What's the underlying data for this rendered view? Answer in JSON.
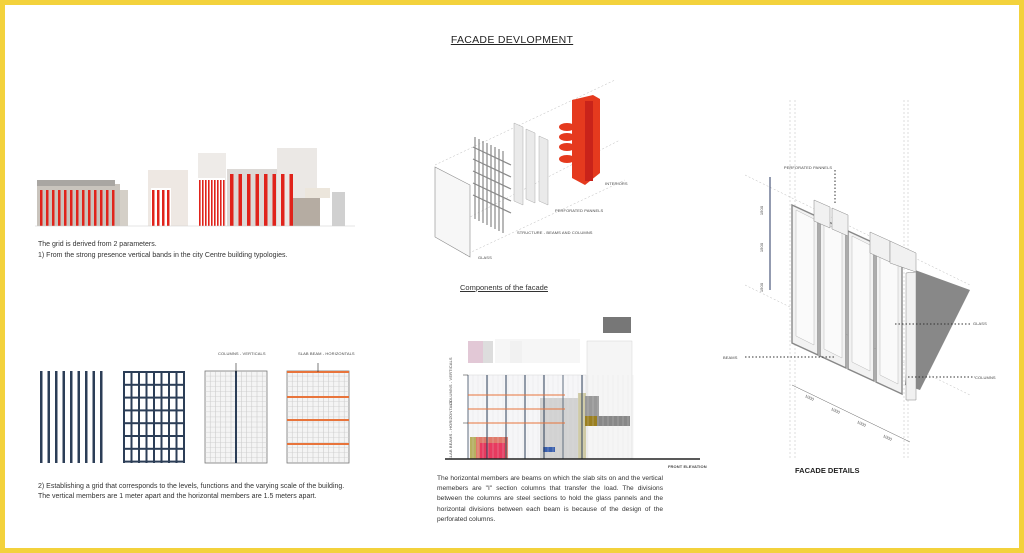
{
  "title": "FACADE DEVLOPMENT",
  "left": {
    "intro_line1": "The grid is derived from 2 parameters.",
    "intro_line2": "1) From the strong presence vertical bands in the city Centre building typologies.",
    "grid_labels": {
      "columns": "COLUMNS - VERTICALS",
      "beams": "SLAB BEAM - HORIZONTALS"
    },
    "point2_line1": "2) Establishing a grid that corresponds to the levels, functions and the varying scale of the building.",
    "point2_line2": "The vertical members are 1 meter apart and the horizontal members are 1.5 meters apart."
  },
  "center": {
    "labels": {
      "interiors": "INTERIORS",
      "perforated": "PERFORATED PANNELS",
      "structure": "STRUCTURE - BEAMS AND COLUMNS",
      "glass": "GLASS"
    },
    "components_title": "Components of the facade",
    "elevation_labels": {
      "columns": "COLUMNS - VERTICALS",
      "beams": "SLAB BEAMS - HORIZONTALS",
      "front": "FRONT ELEVATION"
    },
    "paragraph": "The horizontal members are beams on which the slab sits on and the vertical memebers are \"I\" section columns that transfer the load. The divisions between the columns are steel sections to hold the glass pannels and the horizontal divisions between each beam is because of the design of the perforated columns."
  },
  "right": {
    "labels": {
      "perforated": "PERFORATED PANNELS",
      "glass": "GLASS",
      "beams": "BEAMS",
      "columns": "COLUMNS"
    },
    "heights": [
      "1500",
      "1500",
      "1500"
    ],
    "widths": [
      "1000",
      "1000",
      "1000",
      "1000"
    ],
    "title": "FACADE DETAILS"
  },
  "colors": {
    "border": "#f3d23c",
    "accent_red": "#e0231b",
    "grid_navy": "#2c3e57",
    "beam_orange": "#e8743b"
  }
}
